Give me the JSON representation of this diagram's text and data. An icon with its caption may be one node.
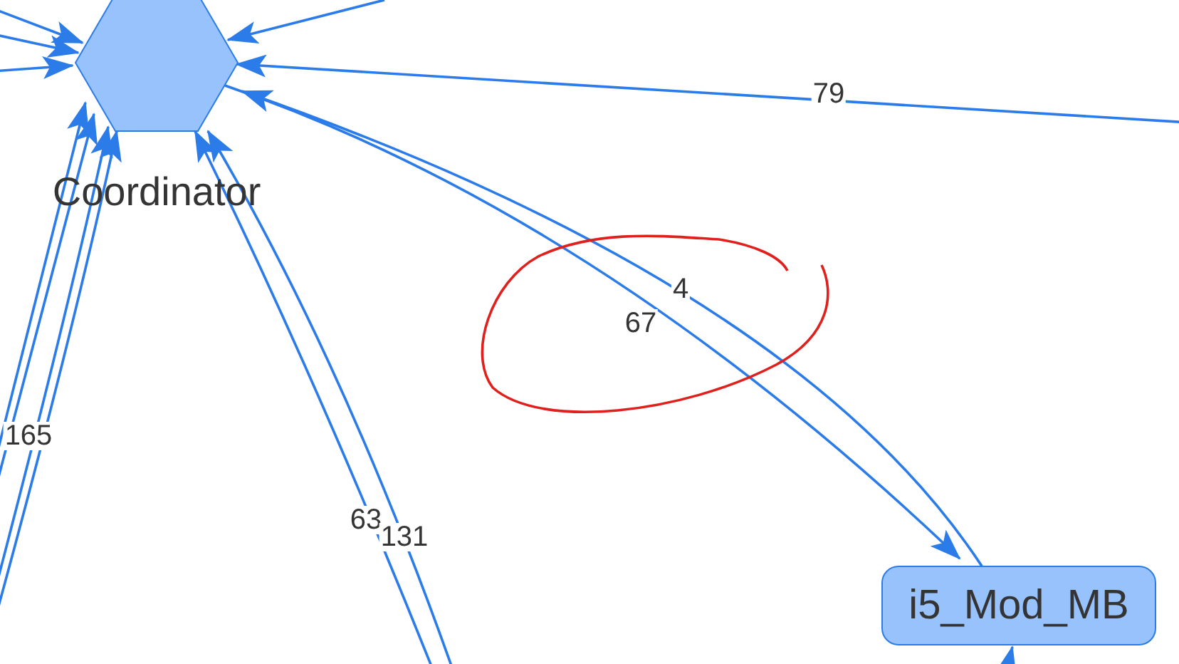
{
  "diagram": {
    "nodes": [
      {
        "text": [
          "Coordinator"
        ]
      },
      {
        "text": [
          "i5_Mod_MB"
        ]
      }
    ],
    "edges": [
      {
        "from": null,
        "to": 0,
        "arrow": "to"
      },
      {
        "from": null,
        "to": 0,
        "arrow": "to"
      },
      {
        "from": null,
        "to": 0,
        "arrow": "to"
      },
      {
        "from": null,
        "to": 0,
        "arrow": "to"
      },
      {
        "from": null,
        "to": 0,
        "label": "79",
        "arrow": "to"
      },
      {
        "from": 1,
        "to": 0,
        "label": "4",
        "arrow": "to"
      },
      {
        "from": 0,
        "to": 1,
        "label": "67",
        "arrow": "to"
      },
      {
        "from": null,
        "to": 0,
        "arrow": "to"
      },
      {
        "from": null,
        "to": 0,
        "arrow": "to"
      },
      {
        "from": null,
        "to": 0,
        "arrow": "to"
      },
      {
        "from": null,
        "to": 0,
        "label": "165",
        "arrow": "to"
      },
      {
        "from": null,
        "to": 0,
        "label": "63",
        "arrow": "to"
      },
      {
        "from": null,
        "to": 0,
        "label": "131",
        "arrow": "to"
      },
      {
        "from": null,
        "to": 1,
        "arrow": "to"
      }
    ]
  }
}
